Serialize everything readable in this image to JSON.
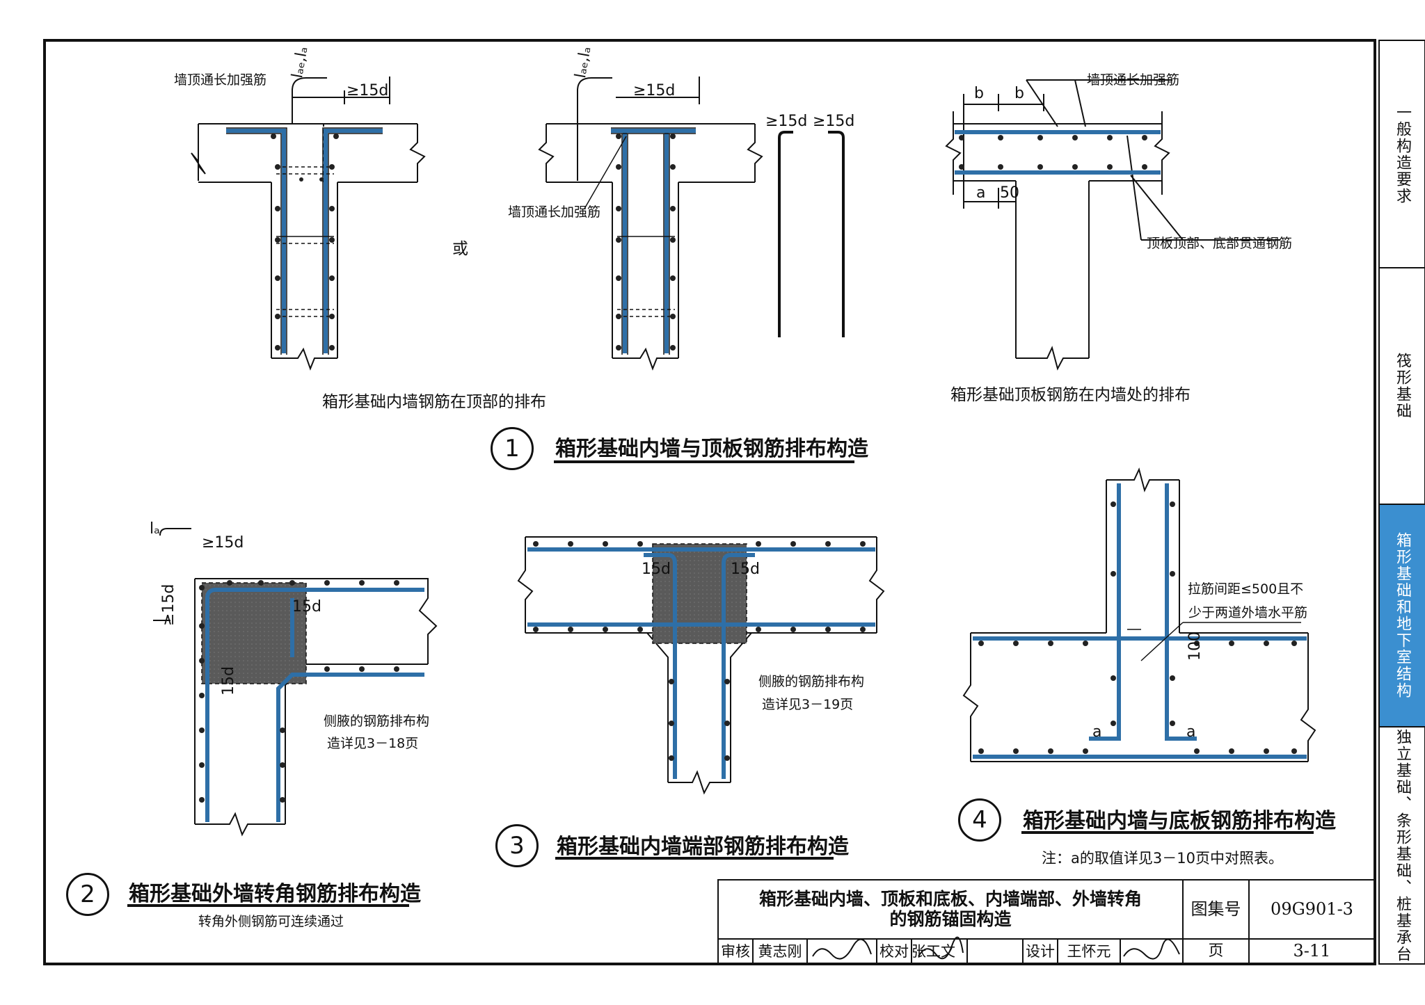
{
  "side_tabs": [
    {
      "label": "一般构造要求",
      "active": false
    },
    {
      "label": "筏形基础",
      "active": false
    },
    {
      "label": "箱形基础和地下室结构",
      "active": true
    },
    {
      "label": "独立基础、条形基础、桩基承台",
      "active": false
    }
  ],
  "colors": {
    "rebar": "#2e6fa7",
    "active_tab": "#3b8fd0",
    "line": "#111111",
    "shade": "#555555"
  },
  "detail1": {
    "number": "1",
    "title": "箱形基础内墙与顶板钢筋排布构造",
    "caption_left": "箱形基础内墙钢筋在顶部的排布",
    "caption_right": "箱形基础顶板钢筋在内墙处的排布",
    "or_text": "或",
    "label_top_rebar_a": "墙顶通长加强筋",
    "label_top_rebar_b": "墙顶通长加强筋",
    "label_top_rebar_c": "墙顶通长加强筋",
    "label_through_rebar": "顶板顶部、底部贯通钢筋",
    "dim_lae": "lₐₑ,lₐ",
    "dim_lae2": "lₐₑ,lₐ",
    "dim_15d_a": "≥15d",
    "dim_15d_b": "≥15d",
    "dim_15d_c": "≥15d",
    "dim_15d_d": "≥15d",
    "dim_b1": "b",
    "dim_b2": "b",
    "dim_a": "a",
    "dim_50": "50"
  },
  "detail2": {
    "number": "2",
    "title": "箱形基础外墙转角钢筋排布构造",
    "note": "转角外侧钢筋可连续通过",
    "dim_la": "lₐ",
    "dim_15d_top": "≥15d",
    "dim_15d_side": "≥15d",
    "dim_15d_inner": "15d",
    "dim_15d_bottom": "15d",
    "label_haunch": "侧腋的钢筋排布构",
    "label_haunch_ref": "造详见3－18页"
  },
  "detail3": {
    "number": "3",
    "title": "箱形基础内墙端部钢筋排布构造",
    "dim_15d_left": "15d",
    "dim_15d_right": "15d",
    "label_haunch": "侧腋的钢筋排布构",
    "label_haunch_ref": "造详见3－19页"
  },
  "detail4": {
    "number": "4",
    "title": "箱形基础内墙与底板钢筋排布构造",
    "label_tie": "拉筋间距≤500且不",
    "label_tie2": "少于两道外墙水平筋",
    "dim_100": "100",
    "dim_a_left": "a",
    "dim_a_right": "a",
    "note": "注：a的取值详见3－10页中对照表。"
  },
  "title_block": {
    "drawing_title_line1": "箱形基础内墙、顶板和底板、内墙端部、外墙转角",
    "drawing_title_line2": "的钢筋锚固构造",
    "atlas_label": "图集号",
    "atlas_no": "09G901-3",
    "review_label": "审核",
    "review_name": "黄志刚",
    "check_label": "校对",
    "check_name": "张工文",
    "design_label": "设计",
    "design_name": "王怀元",
    "page_label": "页",
    "page_no": "3-11"
  }
}
